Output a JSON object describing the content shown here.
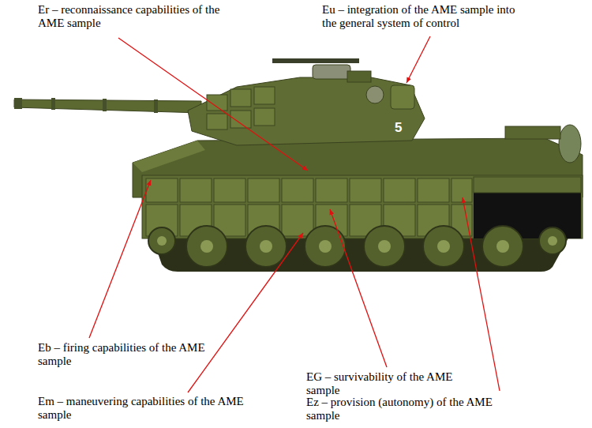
{
  "diagram": {
    "labels": [
      "Er – reconnaissance capabilities of the AME sample",
      "Eu – integration of the AME sample into the general system of control",
      "5",
      "Eb – firing capabilities of the AME sample",
      "EG – survivability of the AME sample",
      "Em – maneuvering capabilities of the AME sample",
      "Ez – provision (autonomy) of the AME sample"
    ]
  }
}
